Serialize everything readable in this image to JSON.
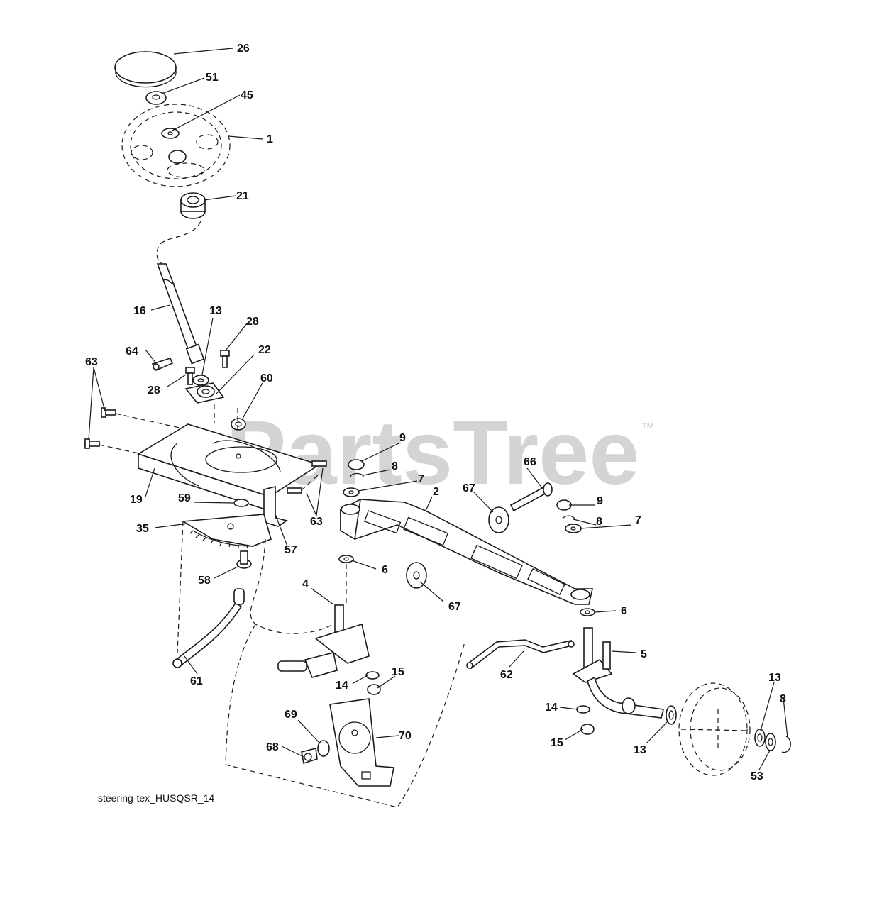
{
  "watermark": {
    "text": "PartsTree",
    "trademark": "™"
  },
  "caption": "steering-tex_HUSQSR_14",
  "callouts": [
    "26",
    "51",
    "45",
    "1",
    "21",
    "16",
    "13",
    "28",
    "22",
    "64",
    "28",
    "60",
    "63",
    "63",
    "19",
    "59",
    "35",
    "58",
    "57",
    "63",
    "9",
    "8",
    "7",
    "66",
    "2",
    "67",
    "9",
    "8",
    "7",
    "6",
    "67",
    "4",
    "6",
    "5",
    "61",
    "14",
    "15",
    "62",
    "14",
    "15",
    "13",
    "13",
    "8",
    "53",
    "69",
    "70",
    "68"
  ]
}
